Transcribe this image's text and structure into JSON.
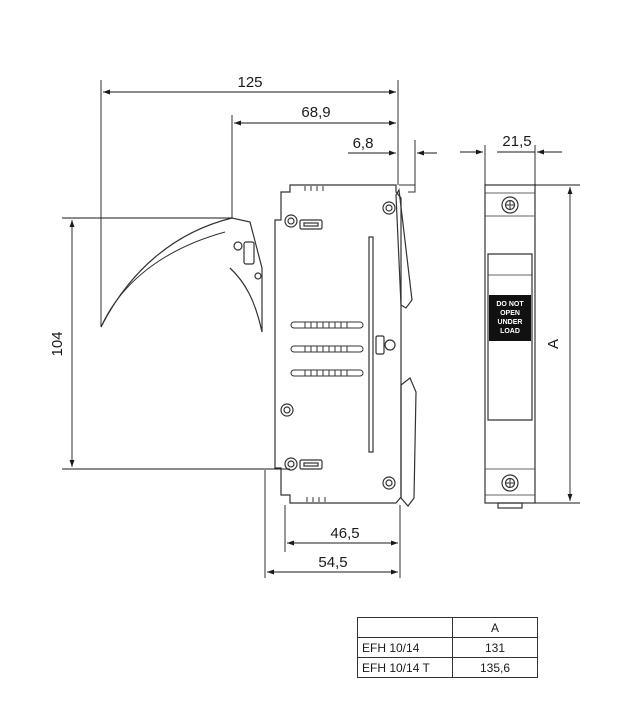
{
  "dimensions": {
    "total_width": "125",
    "upper_width": "68,9",
    "offset": "6,8",
    "depth": "21,5",
    "height": "104",
    "height_var": "A",
    "lower_inner": "46,5",
    "lower_outer": "54,5"
  },
  "label": {
    "line1": "DO NOT",
    "line2": "OPEN",
    "line3": "UNDER",
    "line4": "LOAD"
  },
  "table": {
    "header": [
      "",
      "A"
    ],
    "rows": [
      [
        "EFH 10/14",
        "131"
      ],
      [
        "EFH 10/14 T",
        "135,6"
      ]
    ]
  }
}
